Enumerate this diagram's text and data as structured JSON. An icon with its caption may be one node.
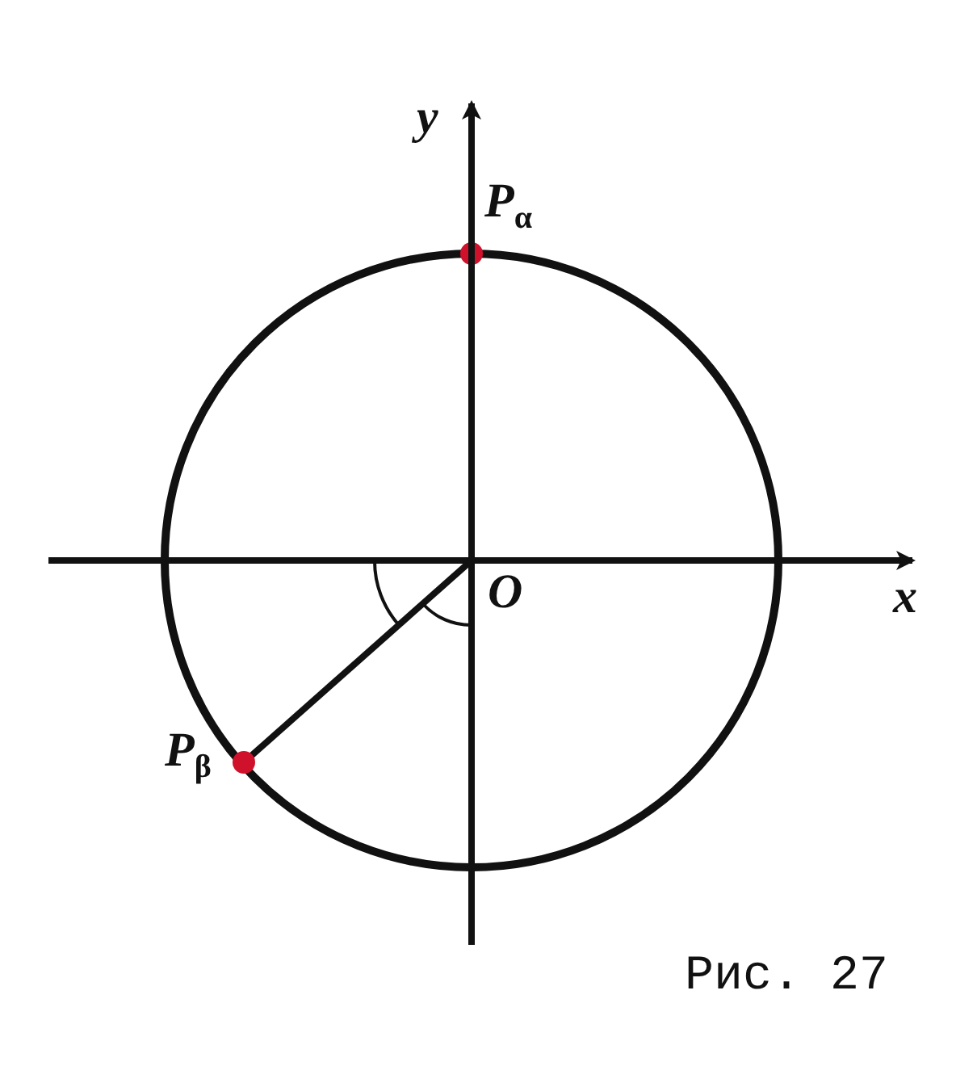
{
  "diagram": {
    "caption": "Рис. 27",
    "labels": [
      "y",
      "P$_{α}$",
      "O",
      "x",
      "P$_{β}$"
    ]
  }
}
